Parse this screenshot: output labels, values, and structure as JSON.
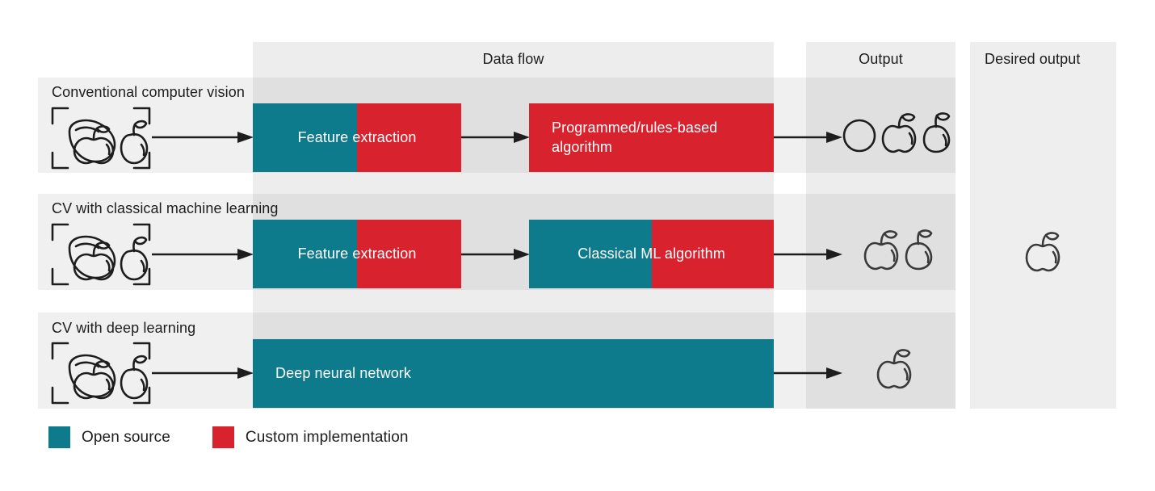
{
  "columns": {
    "data_flow_label": "Data flow",
    "output_label": "Output",
    "desired_output_label": "Desired output"
  },
  "rows": [
    {
      "title": "Conventional computer vision",
      "input_icon": "fruit-bundle-scan-icon",
      "stages": [
        {
          "label": "Feature extraction",
          "fill": "split-teal-red",
          "align": "center"
        },
        {
          "label": "Programmed/rules-based\nalgorithm",
          "fill": "red",
          "align": "left"
        }
      ],
      "output_icons": [
        "circle-icon",
        "apple-icon",
        "pear-icon"
      ]
    },
    {
      "title": "CV with classical machine learning",
      "input_icon": "fruit-bundle-scan-icon",
      "stages": [
        {
          "label": "Feature extraction",
          "fill": "split-teal-red",
          "align": "center"
        },
        {
          "label": "Classical ML algorithm",
          "fill": "split-teal-red",
          "align": "center"
        }
      ],
      "output_icons": [
        "apple-icon",
        "pear-icon"
      ]
    },
    {
      "title": "CV with deep learning",
      "input_icon": "fruit-bundle-scan-icon",
      "stages": [
        {
          "label": "Deep neural network",
          "fill": "teal",
          "align": "left"
        }
      ],
      "output_icons": [
        "apple-icon"
      ]
    }
  ],
  "desired_output": {
    "icons": [
      "apple-icon"
    ]
  },
  "legend": [
    {
      "label": "Open source",
      "color": "#0e7b8c"
    },
    {
      "label": "Custom implementation",
      "color": "#d8232f"
    }
  ],
  "colors": {
    "teal": "#0e7b8c",
    "red": "#d8232f",
    "row_band": "#f0f0f0",
    "column_band": "#ededed",
    "row_column_overlap": "#e0e0e0",
    "ink": "#1d1d1d",
    "page": "#ffffff"
  }
}
